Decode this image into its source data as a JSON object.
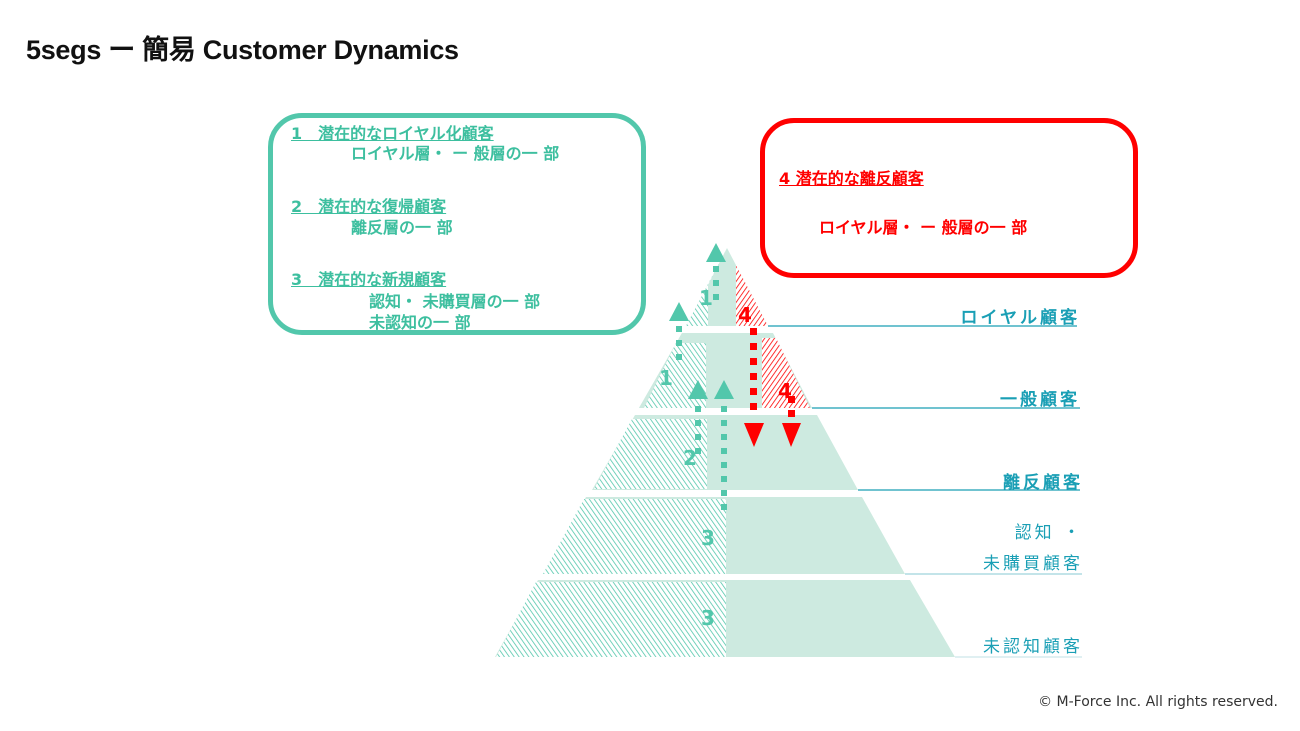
{
  "title": "5segs ー 簡易 Customer Dynamics",
  "copyright": "© M-Force Inc. All rights reserved.",
  "colors": {
    "green": "#52c7ab",
    "green_text": "#3dbf9f",
    "pyramid_fill": "#cdeae0",
    "red": "#ff0000",
    "label_blue": "#1a9fb5"
  },
  "green_box": {
    "items": [
      {
        "heading": "1　潜在的なロイヤル化顧客",
        "details": [
          "ロイヤル層・ ー 般層の一 部"
        ]
      },
      {
        "heading": "2　潜在的な復帰顧客",
        "details": [
          "離反層の一 部"
        ]
      },
      {
        "heading": "3　潜在的な新規顧客",
        "details": [
          "認知・ 未購買層の一 部",
          "未認知の一 部"
        ]
      }
    ]
  },
  "red_box": {
    "heading": "4 潜在的な離反顧客",
    "detail": "ロイヤル層・ ー 般層の一 部"
  },
  "segments": [
    {
      "label": "ロイヤル顧客"
    },
    {
      "label": "一般顧客"
    },
    {
      "label": "離反顧客"
    },
    {
      "label_line1": "認知 ・",
      "label_line2": "未購買顧客"
    },
    {
      "label": "未認知顧客"
    }
  ],
  "markers": {
    "one_a": "1",
    "one_b": "1",
    "two": "2",
    "three_a": "3",
    "three_b": "3",
    "four_a": "4",
    "four_b": "4"
  }
}
